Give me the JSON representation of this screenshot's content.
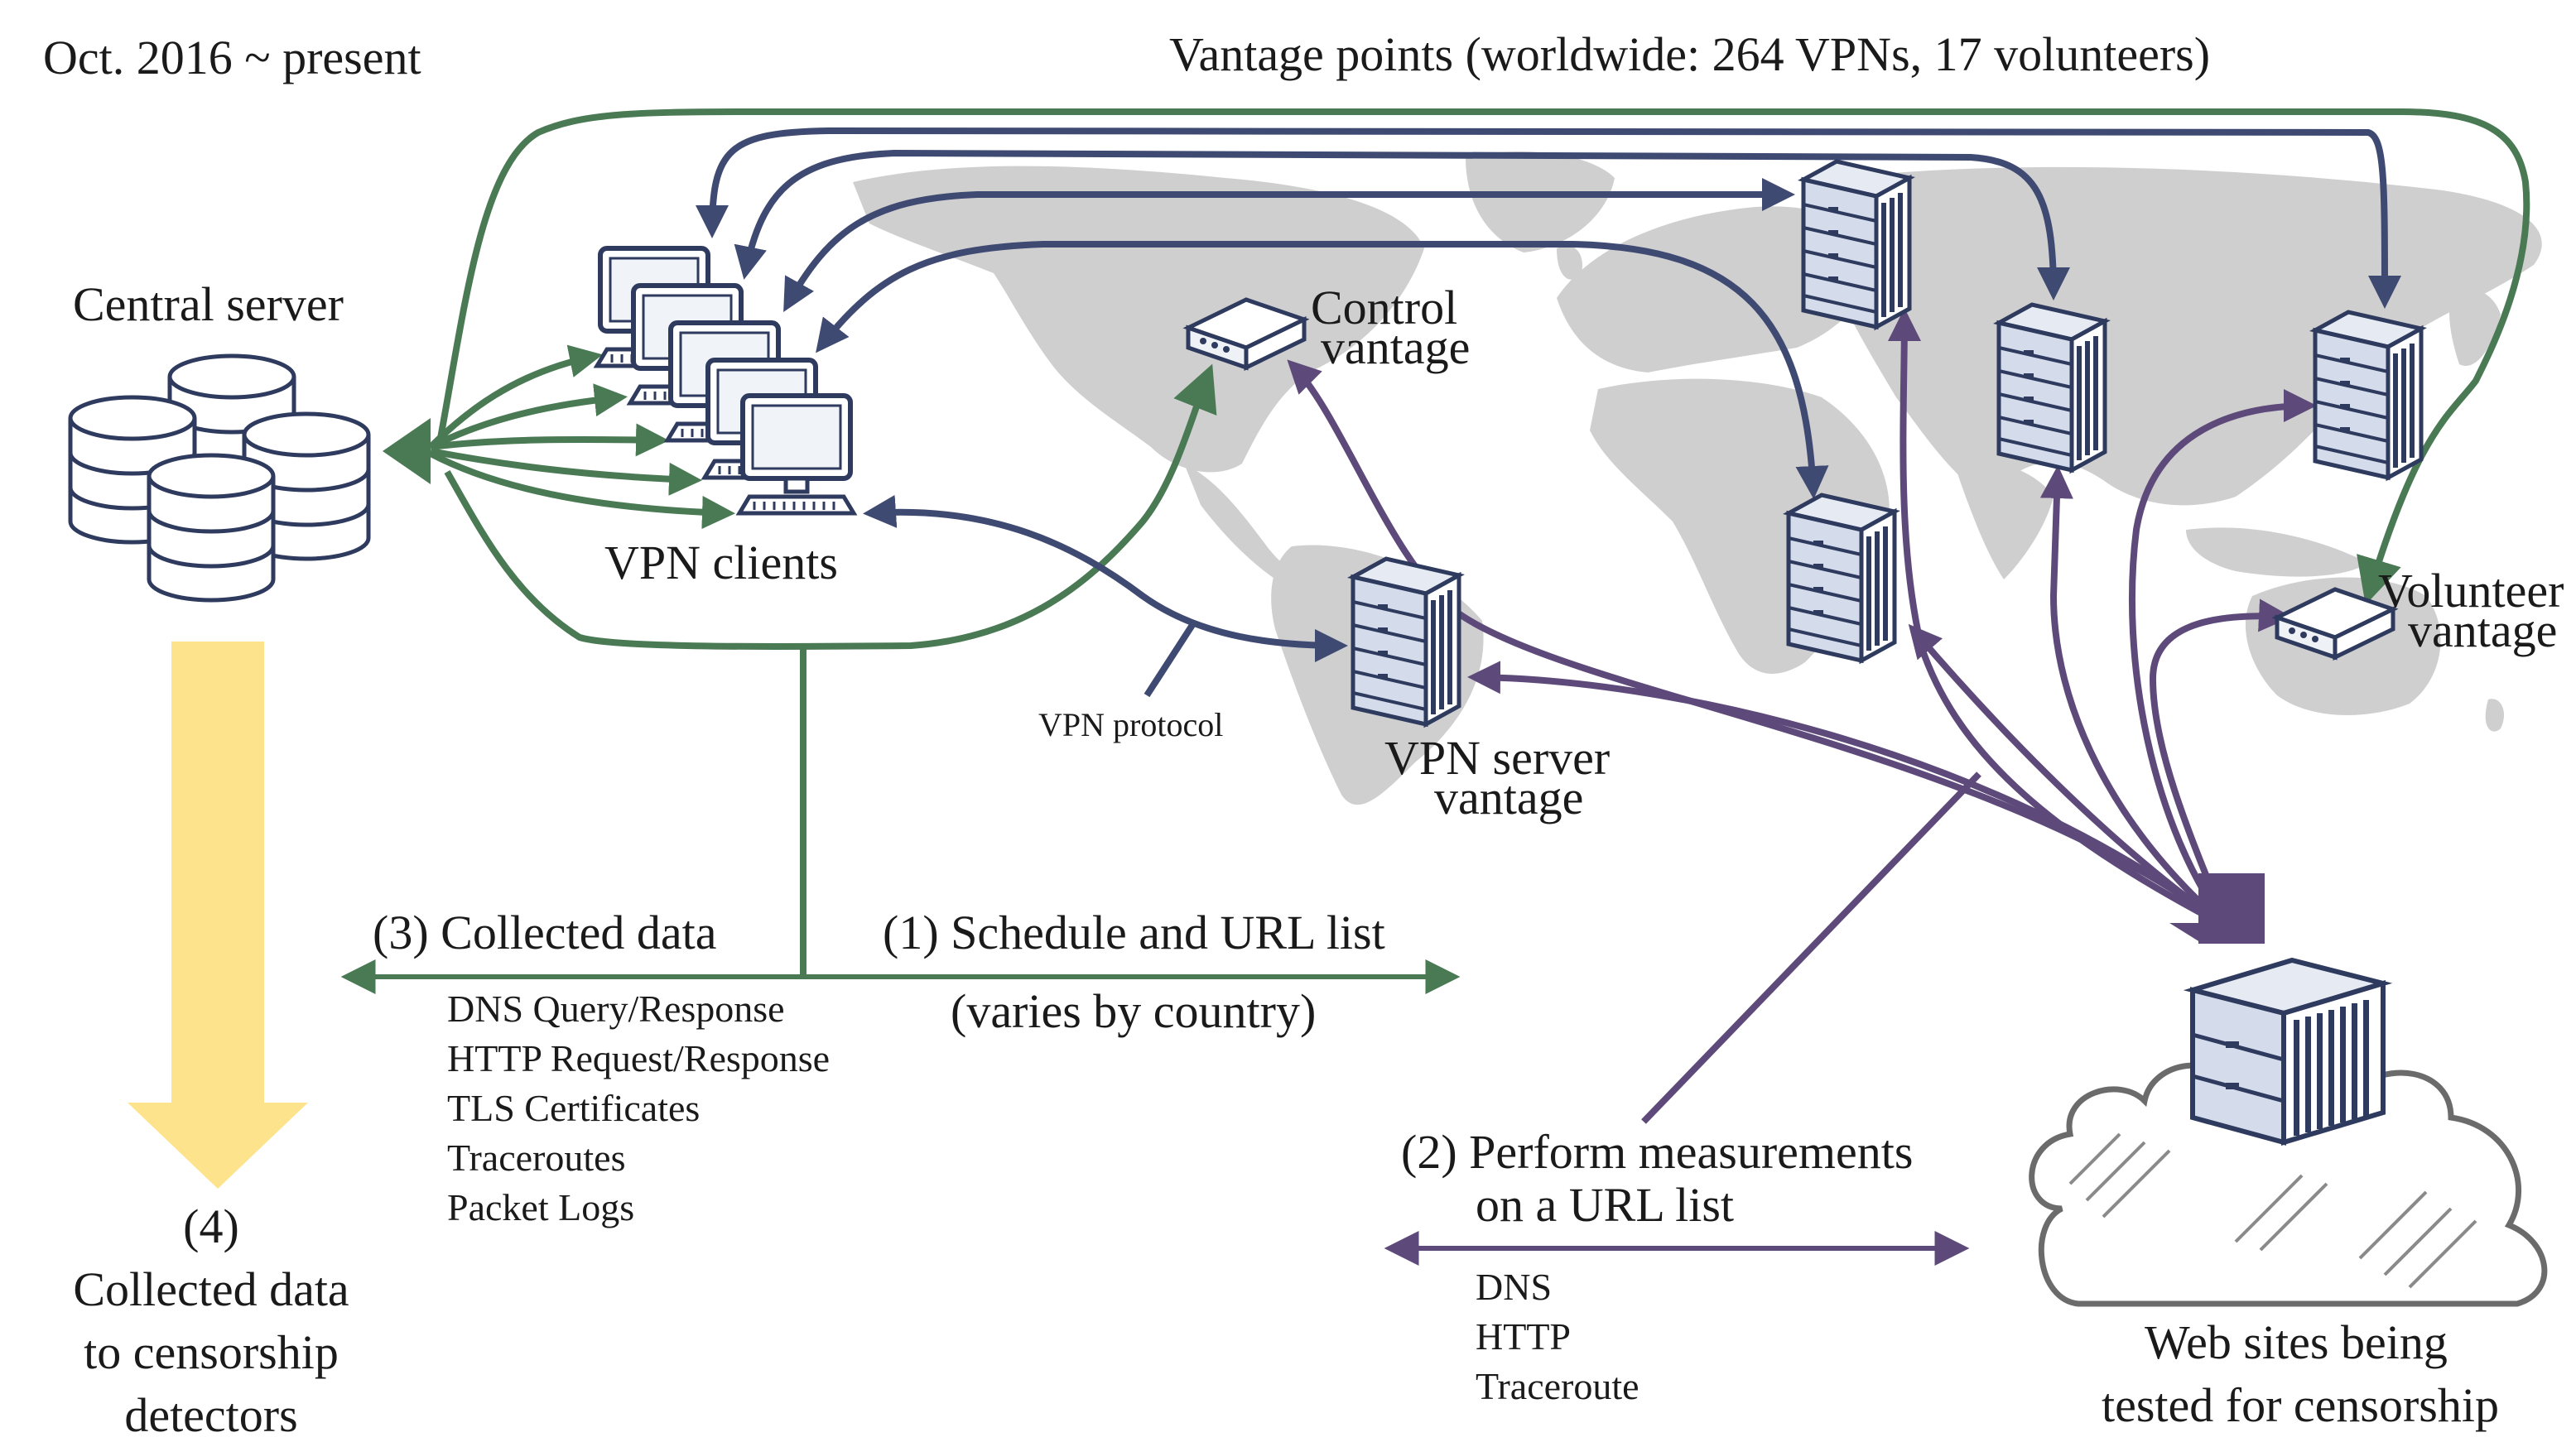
{
  "header": {
    "period": "Oct. 2016  ~  present",
    "vantage_points": "Vantage points (worldwide: 264 VPNs, 17 volunteers)"
  },
  "nodes": {
    "central_server": "Central server",
    "vpn_clients": "VPN clients",
    "control_vantage": [
      "Control",
      "vantage"
    ],
    "vpn_server_vantage": [
      "VPN server",
      "vantage"
    ],
    "volunteer_vantage": [
      "Volunteer",
      "vantage"
    ],
    "web_sites": [
      "Web sites being",
      "tested for censorship"
    ],
    "vpn_protocol": "VPN protocol"
  },
  "steps": {
    "step1": {
      "title": "(1) Schedule and URL list",
      "note": "(varies by country)"
    },
    "step2": {
      "title": [
        "(2) Perform measurements",
        "on a URL list"
      ],
      "items": [
        "DNS",
        "HTTP",
        "Traceroute"
      ]
    },
    "step3": {
      "title": "(3) Collected data",
      "items": [
        "DNS Query/Response",
        "HTTP Request/Response",
        "TLS Certificates",
        "Traceroutes",
        "Packet Logs"
      ]
    },
    "step4": {
      "title": [
        "(4)",
        "Collected data",
        "to censorship",
        "detectors"
      ]
    }
  },
  "colors": {
    "green": "#4a7a54",
    "navy": "#3f4a72",
    "purple": "#5e4a7a",
    "map": "#cfcfcf",
    "yellow": "#fde38c"
  }
}
